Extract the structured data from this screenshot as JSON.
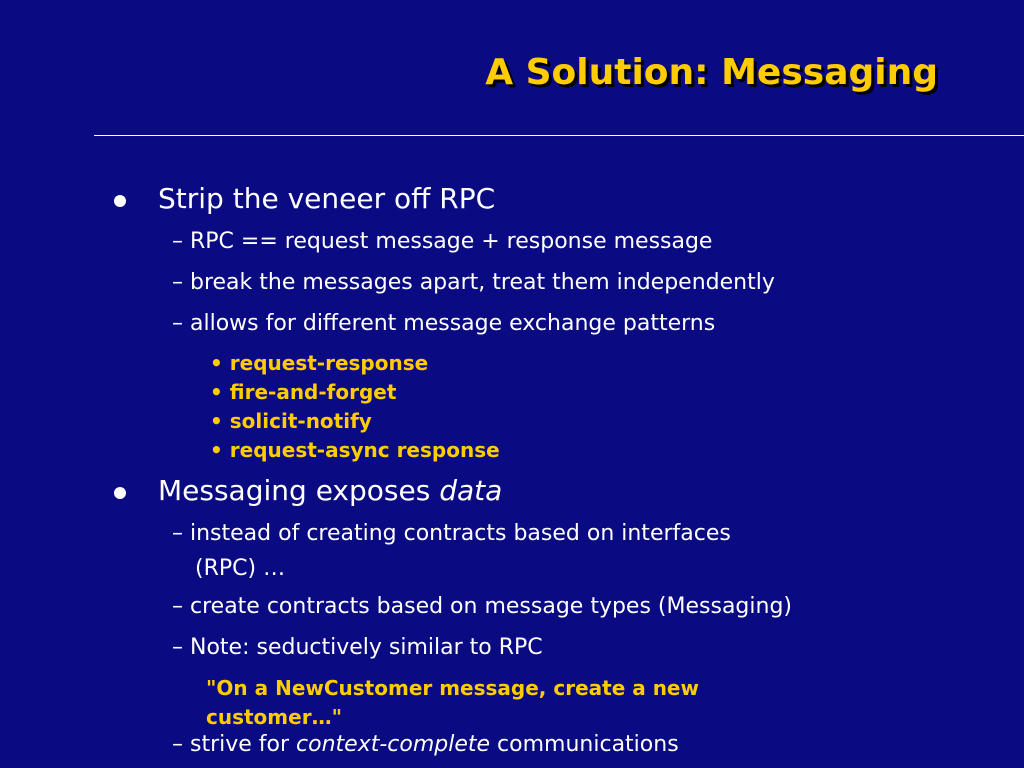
{
  "slide": {
    "title": "A Solution: Messaging",
    "dash": "–",
    "subdot": "•",
    "bullets": [
      {
        "text": "Strip the veneer off RPC",
        "subs": [
          "RPC == request message + response message",
          "break the messages apart, treat them independently",
          "allows for different message exchange patterns"
        ],
        "patterns": [
          "request-response",
          "fire-and-forget",
          "solicit-notify",
          "request-async response"
        ]
      },
      {
        "text": "Messaging exposes ",
        "emphasis": "data",
        "subs": [
          "instead of creating contracts based on interfaces",
          "(RPC) …",
          "create contracts based on message types (Messaging)",
          "Note: seductively similar to RPC"
        ],
        "quote": [
          "\"On a NewCustomer message, create a new",
          "customer…\""
        ],
        "last": {
          "prefix": "strive for ",
          "emphasis": "context-complete",
          "suffix": " communications"
        }
      }
    ]
  }
}
